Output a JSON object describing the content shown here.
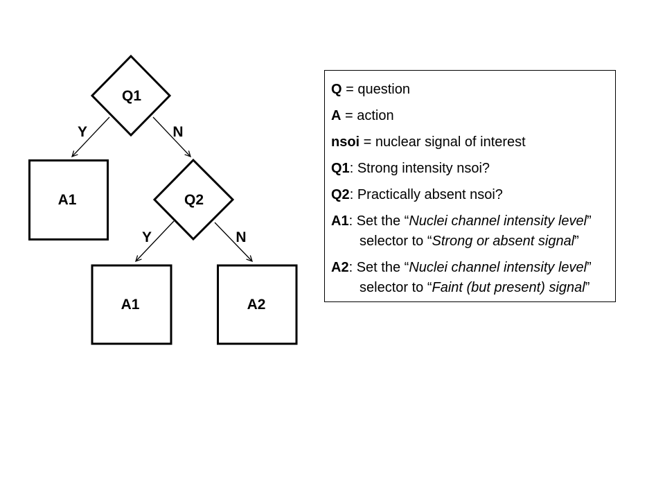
{
  "canvas": {
    "background_color": "#ffffff",
    "ink_color": "#000000"
  },
  "flowchart": {
    "nodes": [
      {
        "id": "q1",
        "shape": "diamond",
        "label": "Q1"
      },
      {
        "id": "a1-top",
        "shape": "square",
        "label": "A1"
      },
      {
        "id": "q2",
        "shape": "diamond",
        "label": "Q2"
      },
      {
        "id": "a1-bottom",
        "shape": "square",
        "label": "A1"
      },
      {
        "id": "a2",
        "shape": "square",
        "label": "A2"
      }
    ],
    "edges": [
      {
        "from": "q1",
        "to": "a1-top",
        "label": "Y"
      },
      {
        "from": "q1",
        "to": "q2",
        "label": "N"
      },
      {
        "from": "q2",
        "to": "a1-bottom",
        "label": "Y"
      },
      {
        "from": "q2",
        "to": "a2",
        "label": "N"
      }
    ]
  },
  "legend": {
    "items": [
      {
        "term": "Q",
        "sep": " = ",
        "text": "question"
      },
      {
        "term": "A",
        "sep": " = ",
        "text": "action"
      },
      {
        "term": "nsoi",
        "sep": " = ",
        "text": "nuclear signal of interest"
      },
      {
        "term": "Q1",
        "sep": ": ",
        "text": "Strong intensity nsoi?"
      },
      {
        "term": "Q2",
        "sep": ": ",
        "text": "Practically absent nsoi?"
      },
      {
        "term": "A1",
        "sep": ": ",
        "line1_pre": "Set the “",
        "line1_italic": "Nuclei channel intensity level",
        "line1_post": "”",
        "line2_pre": "selector to “",
        "line2_italic": "Strong or absent signal",
        "line2_post": "”"
      },
      {
        "term": "A2",
        "sep": ": ",
        "line1_pre": "Set the “",
        "line1_italic": "Nuclei channel intensity level",
        "line1_post": "”",
        "line2_pre": "selector to “",
        "line2_italic": "Faint (but present) signal",
        "line2_post": "”"
      }
    ]
  }
}
